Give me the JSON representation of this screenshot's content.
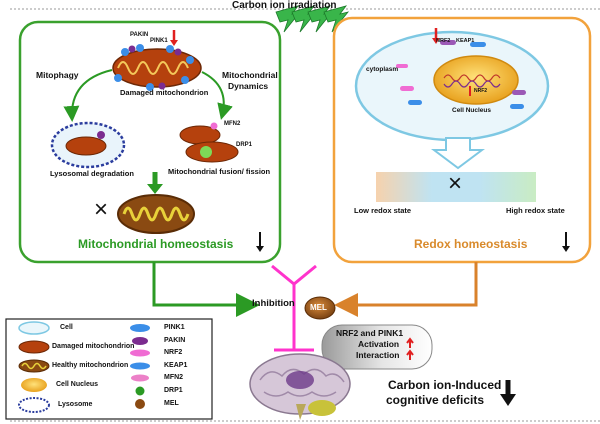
{
  "header": {
    "title": "Carbon ion irradiation"
  },
  "left_panel": {
    "pakin": "PAKIN",
    "pink1": "PINK1",
    "damaged": "Damaged mitochondrion",
    "mitophagy": "Mitophagy",
    "dynamics_1": "Mitochondrial",
    "dynamics_2": "Dynamics",
    "mfn2": "MFN2",
    "drp1": "DRP1",
    "lysosomal": "Lysosomal degradation",
    "fusion": "Mitochondrial fusion/ fission",
    "cross": "×",
    "footer": "Mitochondrial homeostasis"
  },
  "right_panel": {
    "nrf2": "NRF2",
    "keap1": "KEAP1",
    "cytoplasm": "cytoplasm",
    "nucleus": "Cell Nucleus",
    "nrf2_small": "NRF2",
    "cross": "×",
    "low": "Low redox state",
    "high": "High redox state",
    "footer": "Redox homeostasis"
  },
  "middle": {
    "inhibition": "Inhibition",
    "mel": "MEL",
    "box_1": "NRF2 and PINK1",
    "box_2": "Activation",
    "box_3": "Interaction",
    "outcome_1": "Carbon ion-Induced",
    "outcome_2": "cognitive deficits"
  },
  "legend": {
    "left": [
      "Cell",
      "Damaged mitochondrion",
      "Healthy mitochondrion",
      "Cell Nucleus",
      "Lysosome"
    ],
    "right": [
      "PINK1",
      "PAKIN",
      "NRF2",
      "KEAP1",
      "MFN2",
      "DRP1",
      "MEL"
    ]
  },
  "colors": {
    "left_border": "#3aa12e",
    "right_border": "#f2a23c",
    "inhibitor": "#ff33cc",
    "down_arrow_red": "#e02020",
    "green_arrow": "#2b9a24",
    "orange_arrow": "#d9822b"
  }
}
